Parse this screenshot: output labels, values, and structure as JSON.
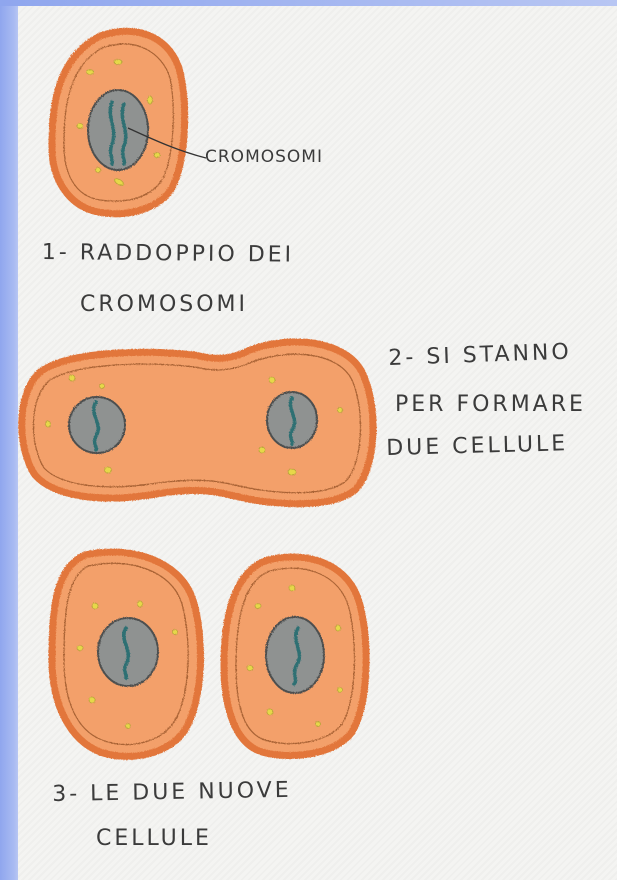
{
  "labels": {
    "chromosomes": "CROMOSOMI",
    "step1_line1": "1- RADDOPPIO  DEI",
    "step1_line2": "CROMOSOMI",
    "step2_line1": "2- SI STANNO",
    "step2_line2": "PER  FORMARE",
    "step2_line3": "DUE  CELLULE",
    "step3_line1": "3- LE   DUE   NUOVE",
    "step3_line2": "CELLULE"
  },
  "colors": {
    "cell_border": "#e2763a",
    "cell_fill": "#f3a06a",
    "nucleus_fill": "#8f9291",
    "nucleus_border": "#4d5050",
    "chromosome": "#2f6f73",
    "organelle": "#e6d84a",
    "ink": "#3b3b3b"
  }
}
